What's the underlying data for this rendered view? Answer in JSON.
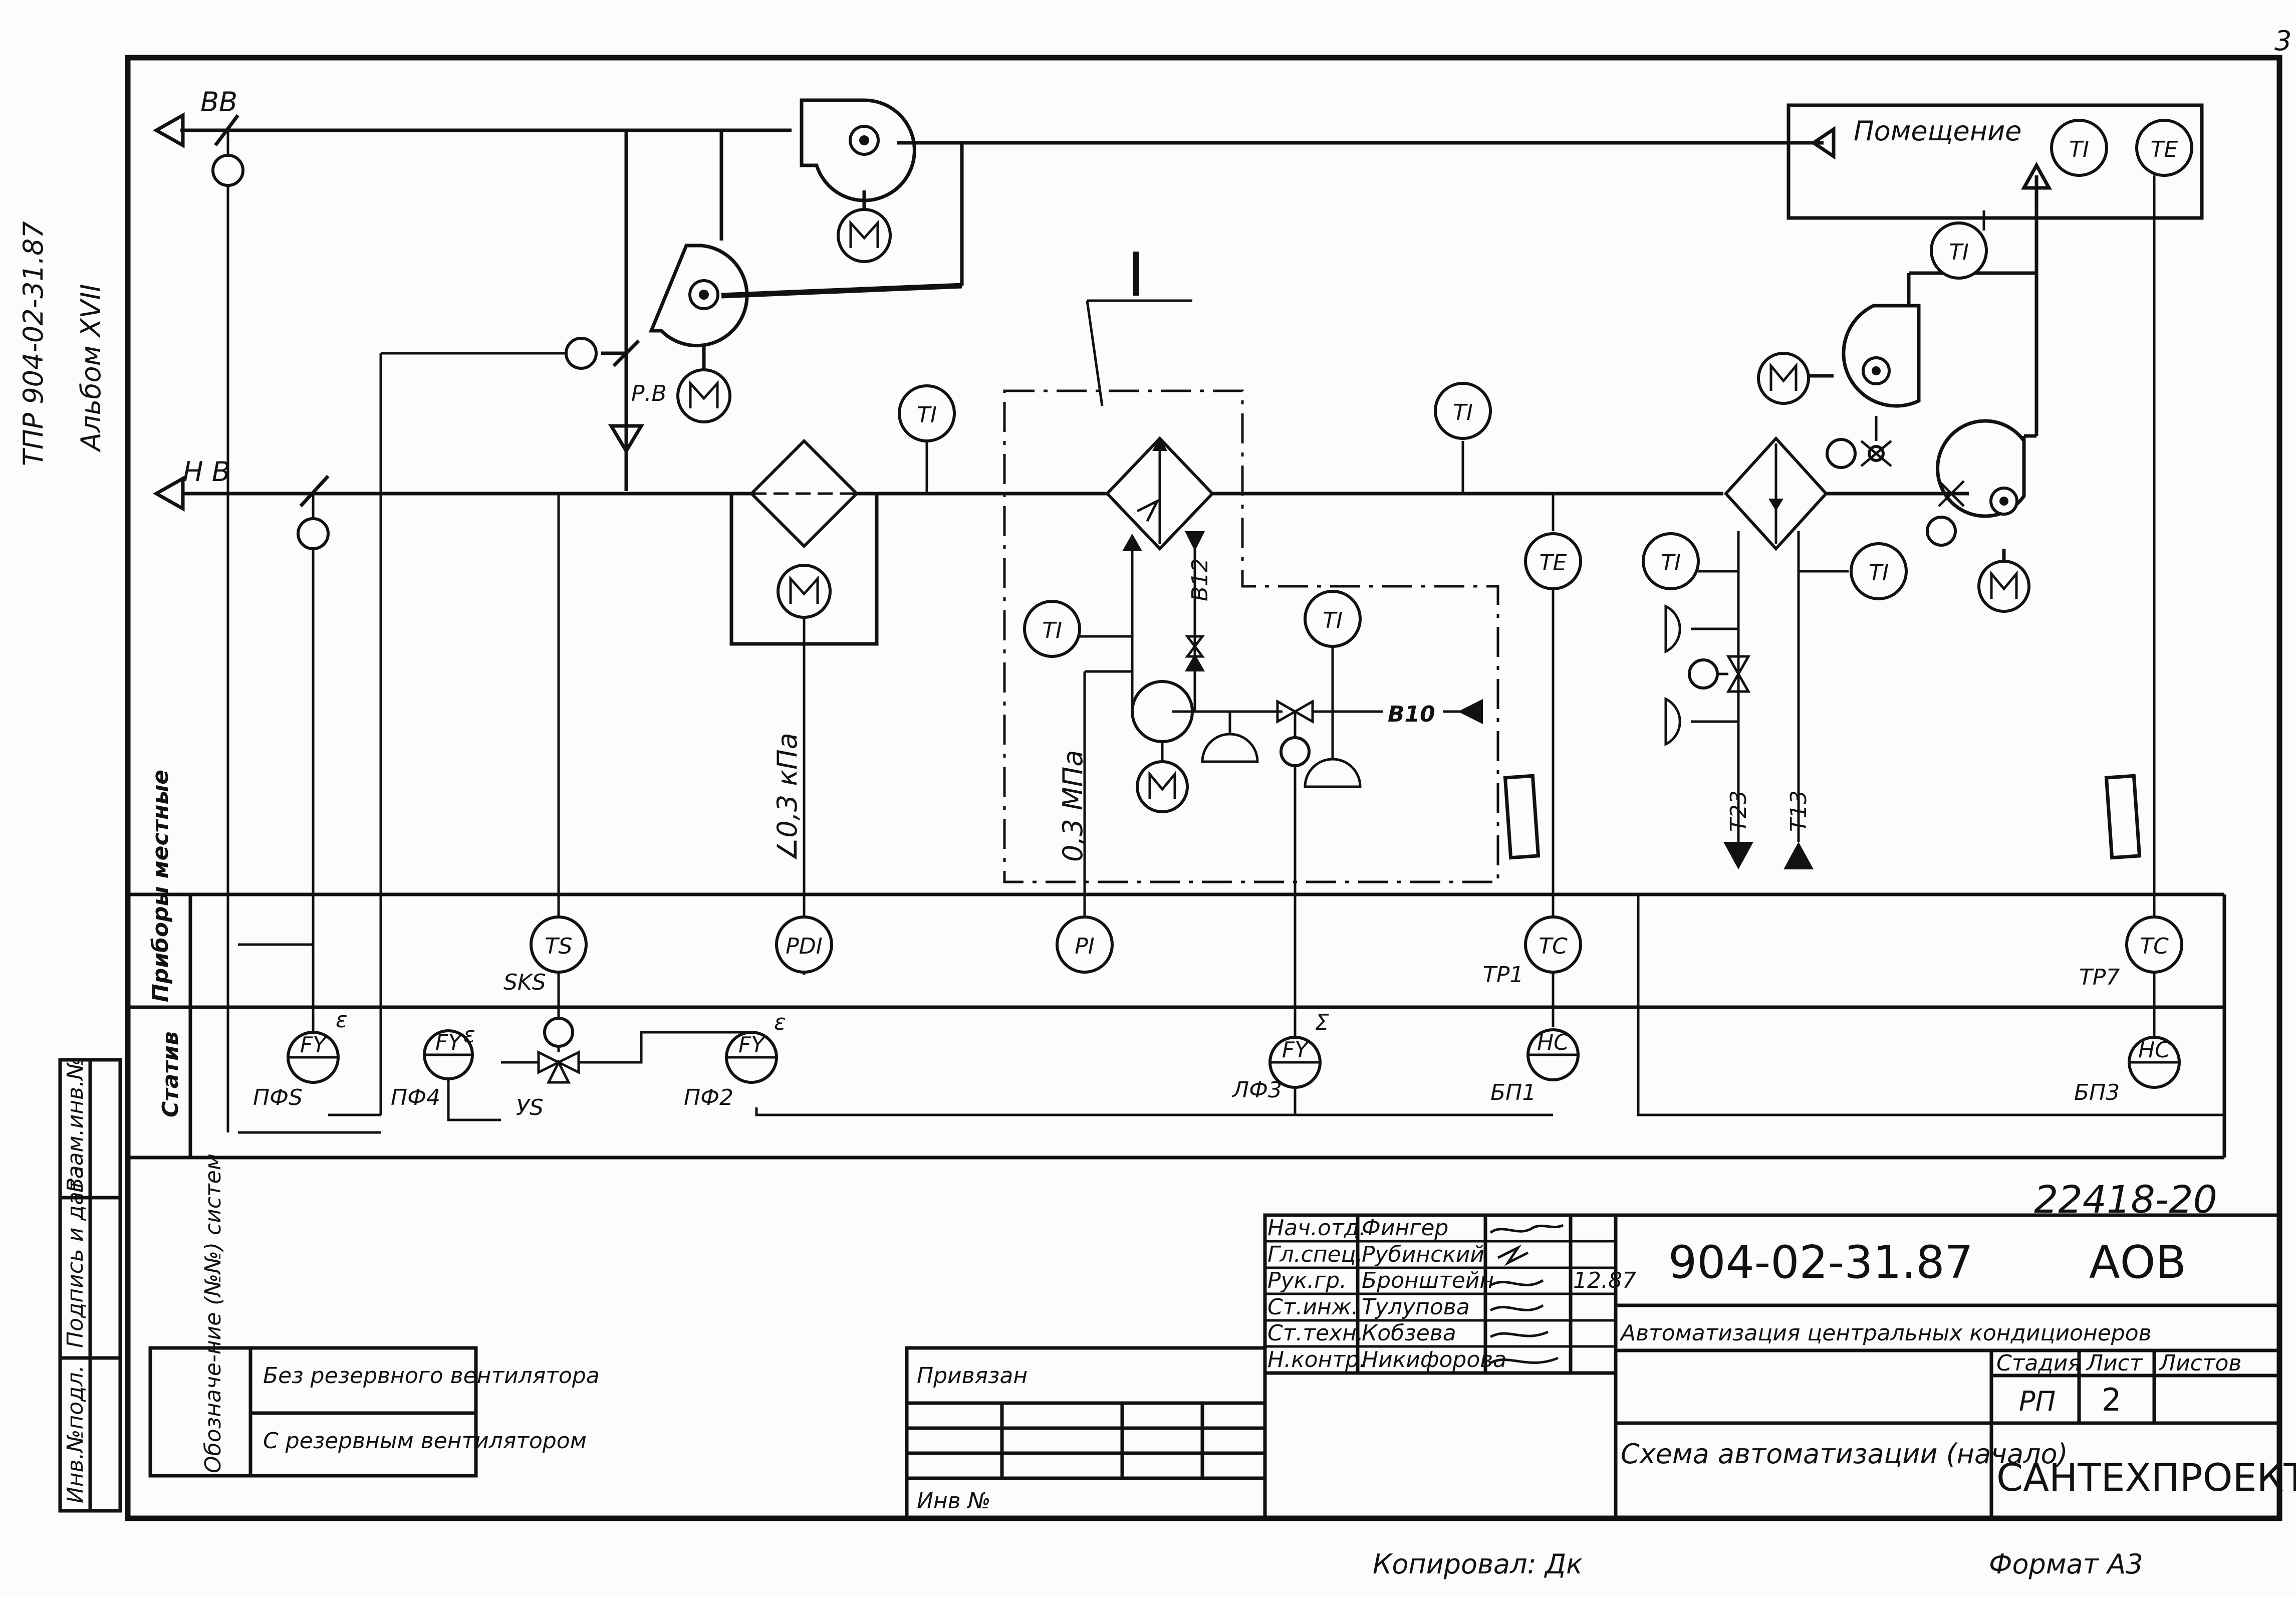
{
  "sheet_number": "3",
  "side": {
    "tpr": "ТПР 904-02-31.87",
    "album": "Альбом XVII"
  },
  "left_stamp": [
    "Инв.№подл.",
    "Подпись и дата",
    "Взам.инв.№"
  ],
  "labels": {
    "vv": "ВВ",
    "nv": "Н В",
    "rv": "Р.В",
    "room": "Помещение",
    "node": "I",
    "dp": "∠0,3 кПа",
    "mpa": "0,3 МПа",
    "b12": "В12",
    "b10": "В10",
    "t23": "Т23",
    "t13": "Т13",
    "sks": "SKS",
    "ys": "УS",
    "pfs": "ПФS",
    "pf4": "ПФ4",
    "pf2": "ПФ2",
    "pf3": "ЛФ3",
    "tp1": "ТР1",
    "tp7": "ТР7",
    "bp1": "БП1",
    "bp3": "БП3",
    "e1": "ε",
    "e2": "ε",
    "e3": "ε",
    "e4": "Σ"
  },
  "instruments": {
    "ti_room": "TI",
    "te_room": "TE",
    "ti_a": "TI",
    "ti_b": "TI",
    "ti_c": "TI",
    "ti_d": "TI",
    "ti_e": "TI",
    "te_a": "TE",
    "ti_f": "TI",
    "ti_g": "TI",
    "ts": "TS",
    "pdi": "PDI",
    "pi": "PI",
    "tc_a": "TC",
    "tc_b": "TC",
    "fy1": "FY",
    "fy2": "FY",
    "fy3": "FY",
    "fy4": "FY",
    "hc_a": "HC",
    "hc_b": "HC"
  },
  "rows": {
    "local": "Приборы местные",
    "panel": "Статив"
  },
  "systems": {
    "header": "Обозначе-ние (№№) систем",
    "without": "Без резервного вентилятора",
    "with": "С резервным вентилятором"
  },
  "stamp": {
    "doc_number": "22418-20",
    "code": "904-02-31.87",
    "mark": "АОВ",
    "roles": [
      "Нач.отд.",
      "Гл.спец.",
      "Рук.гр.",
      "Ст.инж.",
      "Ст.техн.",
      "Н.контр."
    ],
    "names": [
      "Фингер",
      "Рубинский",
      "Бронштейн",
      "Тулупова",
      "Кобзева",
      "Никифорова"
    ],
    "date": "12.87",
    "title": "Автоматизация центральных кондиционеров",
    "stage_label": "Стадия",
    "sheet_label": "Лист",
    "sheets_label": "Листов",
    "stage": "РП",
    "sheet": "2",
    "drawing_name": "Схема автоматизации (начало)",
    "org": "САНТЕХПРОЕКТ",
    "linked": "Привязан",
    "inv_no": "Инв №"
  },
  "footer": {
    "copied": "Копировал: Дк",
    "format": "Формат А3"
  }
}
